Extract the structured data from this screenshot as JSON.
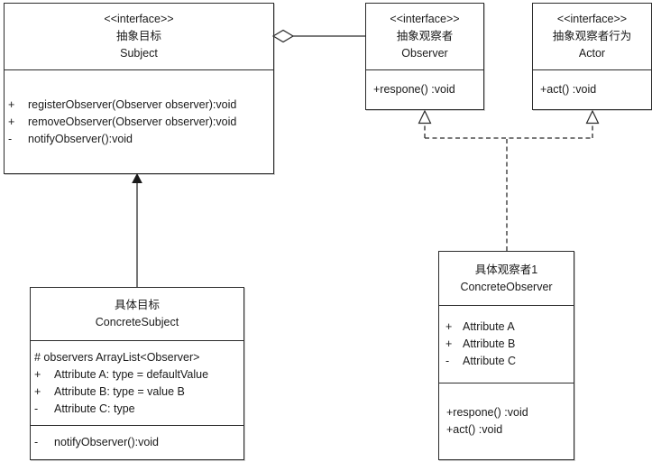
{
  "diagram": {
    "title": "Observer pattern UML class diagram",
    "colors": {
      "background": "#ffffff",
      "box_fill": "#ffffff",
      "line": "#2b2b2b",
      "text": "#1a1a1a"
    },
    "classes": {
      "subject": {
        "stereotype": "<<interface>>",
        "name_cn": "抽象目标",
        "name_en": "Subject",
        "methods": [
          {
            "vis": "+",
            "sig": "registerObserver(Observer observer):void"
          },
          {
            "vis": "+",
            "sig": "removeObserver(Observer observer):void"
          },
          {
            "vis": "-",
            "sig": "notifyObserver():void"
          }
        ]
      },
      "observer": {
        "stereotype": "<<interface>>",
        "name_cn": "抽象观察者",
        "name_en": "Observer",
        "methods": [
          {
            "sig": "+respone() :void"
          }
        ]
      },
      "actor": {
        "stereotype": "<<interface>>",
        "name_cn": "抽象观察者行为",
        "name_en": "Actor",
        "methods": [
          {
            "sig": "+act() :void"
          }
        ]
      },
      "concrete_subject": {
        "name_cn": "具体目标",
        "name_en": "ConcreteSubject",
        "attributes": [
          {
            "sig": "# observers ArrayList<Observer>"
          },
          {
            "vis": "+",
            "sig": "Attribute A: type = defaultValue"
          },
          {
            "vis": "+",
            "sig": "Attribute B: type = value B"
          },
          {
            "vis": "-",
            "sig": "Attribute C: type"
          }
        ],
        "methods": [
          {
            "vis": "-",
            "sig": "notifyObserver():void"
          }
        ]
      },
      "concrete_observer": {
        "name_cn": "具体观察者1",
        "name_en": "ConcreteObserver",
        "attributes": [
          {
            "vis": "+",
            "sig": "Attribute A"
          },
          {
            "vis": "+",
            "sig": "Attribute B"
          },
          {
            "vis": "-",
            "sig": "Attribute C"
          }
        ],
        "methods": [
          {
            "sig": "+respone() :void"
          },
          {
            "sig": "+act() :void"
          }
        ]
      }
    },
    "relationships": [
      {
        "type": "aggregation",
        "from": "Subject",
        "to": "Observer"
      },
      {
        "type": "generalization",
        "from": "ConcreteSubject",
        "to": "Subject"
      },
      {
        "type": "realization",
        "from": "ConcreteObserver",
        "to": "Observer"
      },
      {
        "type": "realization",
        "from": "ConcreteObserver",
        "to": "Actor"
      }
    ]
  }
}
